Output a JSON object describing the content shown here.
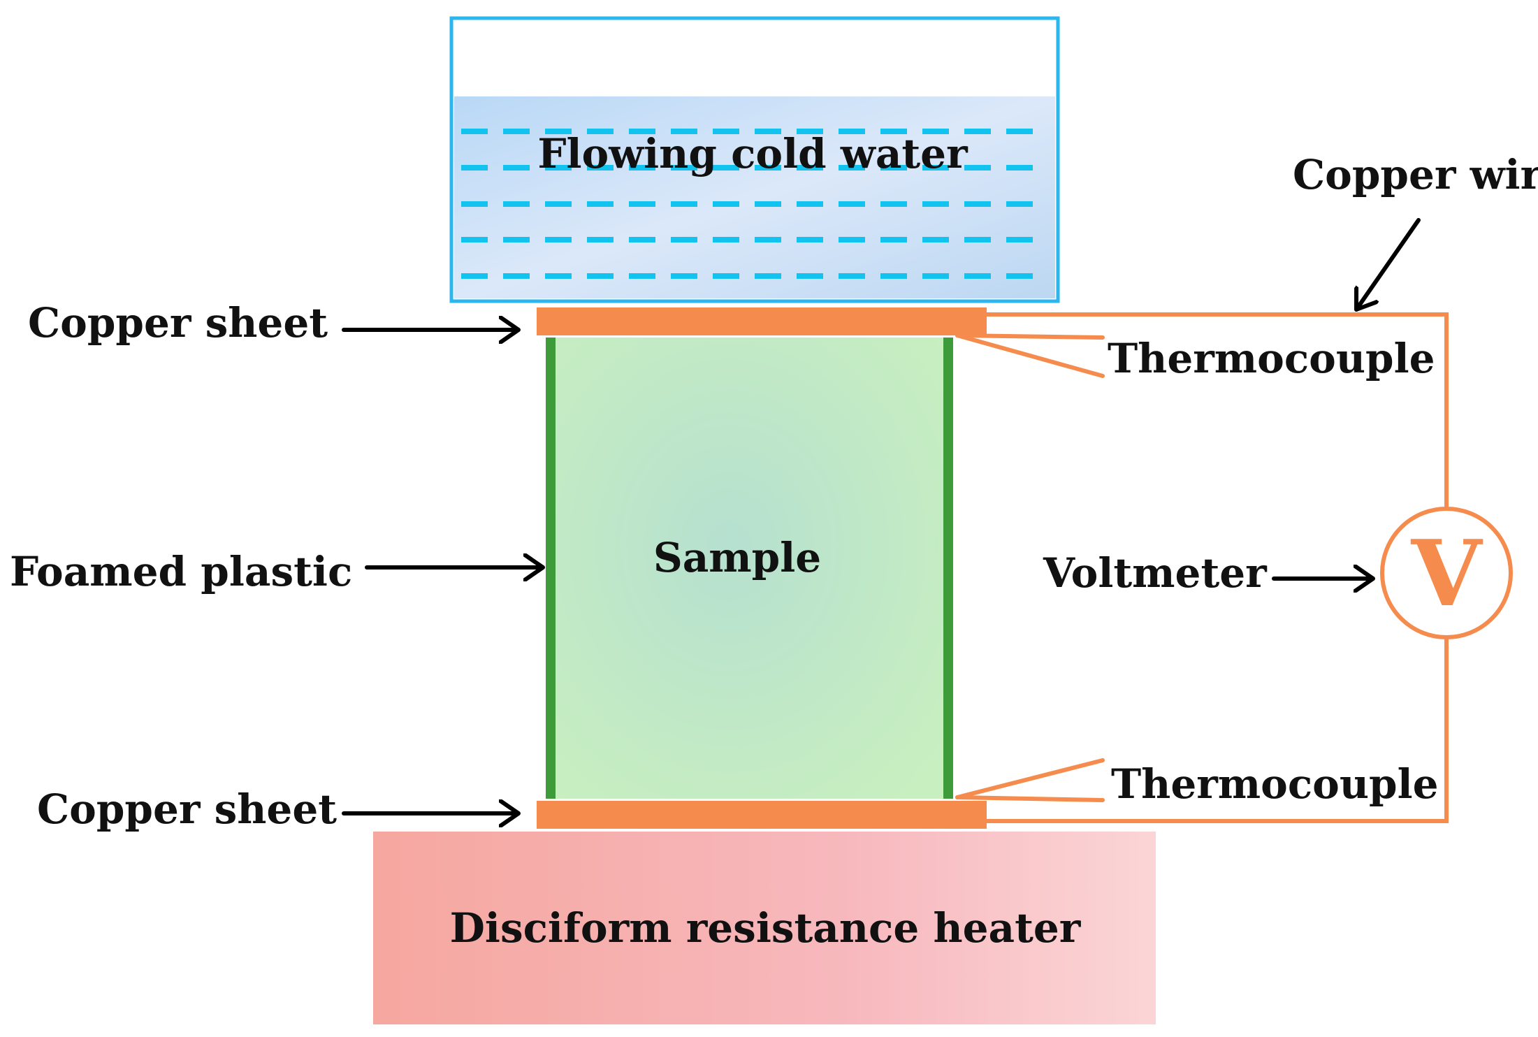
{
  "labels": {
    "cold_water": "Flowing cold water",
    "copper_wire": "Copper wire",
    "copper_sheet_top": "Copper sheet",
    "thermocouple_top": "Thermocouple",
    "foamed_plastic": "Foamed plastic",
    "sample": "Sample",
    "voltmeter": "Voltmeter",
    "voltmeter_symbol": "V",
    "copper_sheet_bottom": "Copper sheet",
    "thermocouple_bottom": "Thermocouple",
    "heater": "Disciform resistance heater"
  },
  "colors": {
    "water_border": "#2ab6ef",
    "water_dash": "#13c3ef",
    "copper": "#f58b4c",
    "foam": "#3d9b3a",
    "sample_fill": "#c4ecc0",
    "heater_fill": "#f6aaa8",
    "arrow": "#000000"
  }
}
